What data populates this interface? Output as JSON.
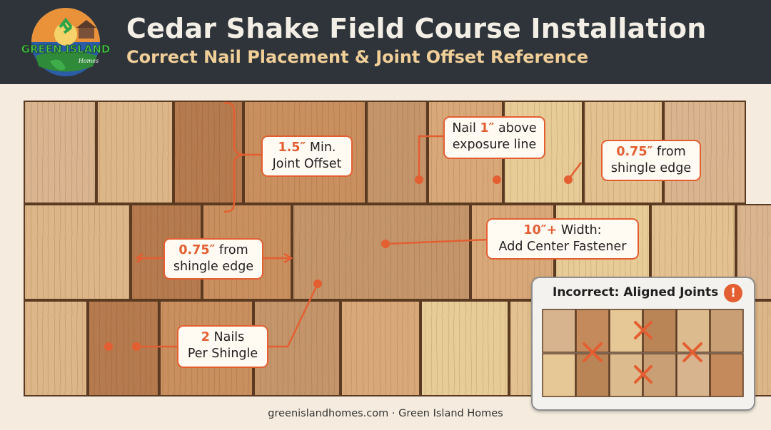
{
  "header": {
    "title": "Cedar Shake Field Course Installation",
    "subtitle": "Correct Nail Placement & Joint Offset Reference"
  },
  "logo": {
    "brand": "GREEN ISLAND",
    "tagline": "Homes",
    "icon": "recycle-icon"
  },
  "callouts": {
    "joint_offset": {
      "value": "1.5″",
      "text": " Min.",
      "line2": "Joint Offset"
    },
    "nail_above": {
      "line1_pre": "Nail ",
      "value": "1″",
      "line1_post": " above",
      "line2": "exposure line"
    },
    "edge_right": {
      "value": "0.75″",
      "text": " from",
      "line2": "shingle edge"
    },
    "edge_left": {
      "value": "0.75″",
      "text": " from",
      "line2": "shingle edge"
    },
    "center_fastener": {
      "value": "10″+",
      "text": " Width:",
      "line2": "Add Center Fastener"
    },
    "two_nails": {
      "value": "2",
      "text": " Nails",
      "line2": "Per Shingle"
    }
  },
  "inset": {
    "title": "Incorrect: Aligned Joints",
    "badge": "!"
  },
  "footer": "greenislandhomes.com · Green Island Homes",
  "colors": {
    "accent": "#e35f32",
    "header_bg": "#2f343a",
    "title": "#f3efe6",
    "subtitle": "#f1cf98",
    "background": "#f5ecdf"
  }
}
